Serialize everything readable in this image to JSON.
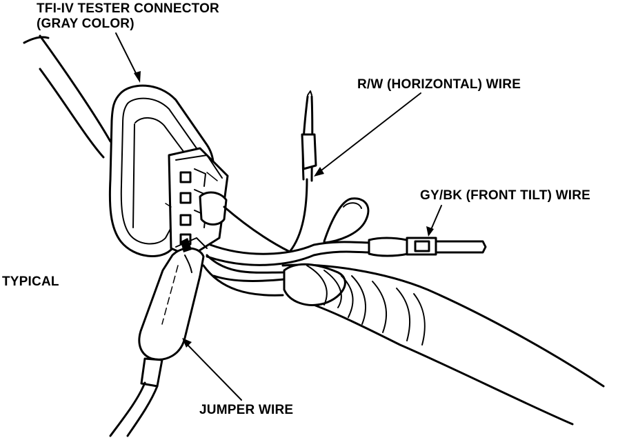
{
  "labels": {
    "connector_line1": "TFI-IV TESTER CONNECTOR",
    "connector_line2": "(GRAY COLOR)",
    "rw_wire": "R/W (HORIZONTAL) WIRE",
    "gybk_wire": "GY/BK (FRONT TILT) WIRE",
    "typical": "TYPICAL",
    "jumper_wire": "JUMPER WIRE"
  }
}
